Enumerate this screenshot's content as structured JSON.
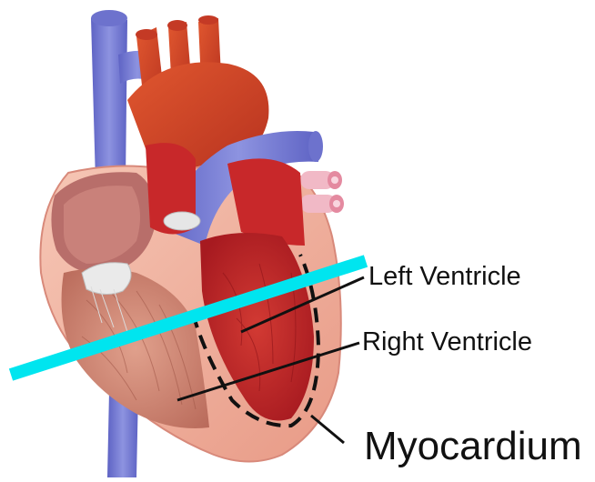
{
  "labels": {
    "left_ventricle": "Left Ventricle",
    "right_ventricle": "Right Ventricle",
    "myocardium": "Myocardium"
  },
  "colors": {
    "vein_blue": "#7f86d8",
    "artery_red": "#d8462e",
    "chamber_red": "#c8282a",
    "heart_skin": "#f2b0a0",
    "right_chamber": "#d98a78",
    "pulmonary_pink": "#f1b9c6",
    "cut_line": "#00e5ef",
    "leader": "#111111"
  },
  "icons": {
    "heart": "heart-illustration-icon"
  }
}
